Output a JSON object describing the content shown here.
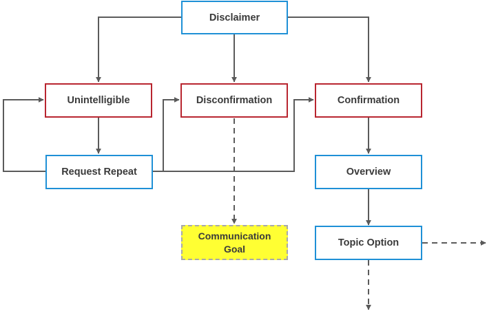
{
  "nodes": {
    "disclaimer": "Disclaimer",
    "unintelligible": "Unintelligible",
    "disconfirmation": "Disconfirmation",
    "confirmation": "Confirmation",
    "request_repeat": "Request Repeat",
    "overview": "Overview",
    "communication_goal_line1": "Communication",
    "communication_goal_line2": "Goal",
    "topic_option": "Topic Option"
  },
  "colors": {
    "blue_border": "#1e90d6",
    "red_border": "#b8252f",
    "goal_fill": "#ffff33",
    "arrow": "#5a5a5a"
  }
}
